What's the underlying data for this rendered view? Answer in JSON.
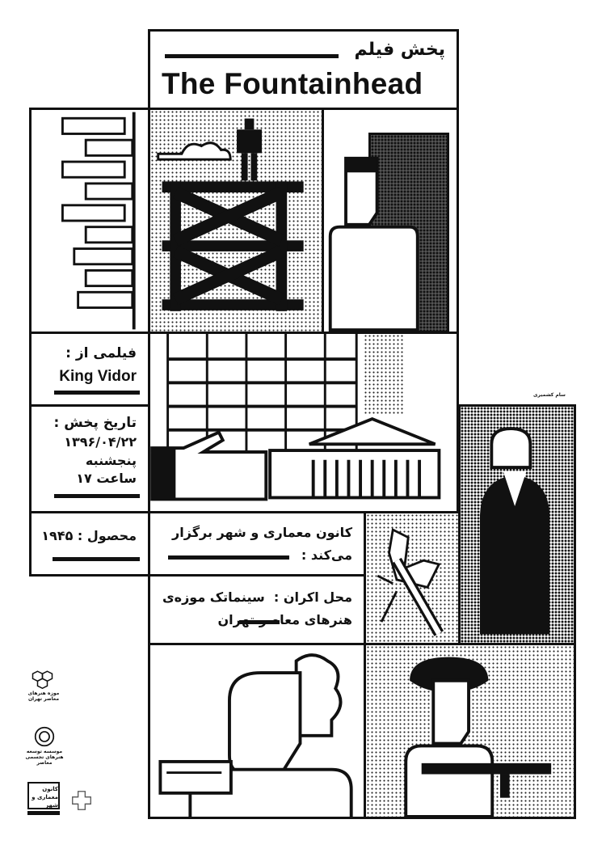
{
  "header": {
    "subtitle_fa": "پخش فیلم",
    "title": "The Fountainhead"
  },
  "director": {
    "label_fa": "فیلمی از :",
    "name": "King Vidor"
  },
  "screening": {
    "label_fa": "تاریخ پخش :",
    "date_fa": "۱۳۹۶/۰۴/۲۲",
    "day_fa": "پنجشنبه",
    "time_fa": "ساعت ۱۷"
  },
  "production": {
    "label_fa": "محصول : ۱۹۴۵"
  },
  "organizer": {
    "line1_fa": "کانون معماری و شهر برگزار",
    "line2_fa": "می‌کند :"
  },
  "venue": {
    "line1_fa": "محل اکران :  سینماتک موزه‌ی",
    "line2_fa": "هنرهای معاصر تهران"
  },
  "designer_fa": "سام کشمیری",
  "logos": [
    {
      "name": "tehran-museum-contemporary-art",
      "text_fa": "موزه هنرهای معاصر تهران"
    },
    {
      "name": "contemporary-arts-institute",
      "text_fa": "موسسه توسعه هنرهای تجسمی معاصر"
    },
    {
      "name": "kanoon-memari-va-shahr",
      "text_fa": "کانون معماری و شهر"
    }
  ]
}
